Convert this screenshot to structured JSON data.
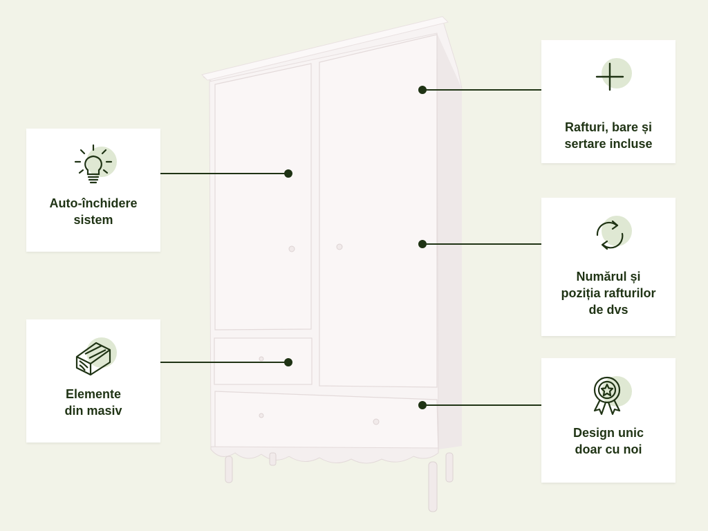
{
  "colors": {
    "background": "#f2f3e8",
    "accent_dark": "#1f3314",
    "accent_light": "#dfe8d3",
    "card": "#ffffff"
  },
  "product_image": {
    "subject": "white two-door wardrobe with drawers"
  },
  "features": [
    {
      "icon": "lightbulb-icon",
      "label": "Auto-închidere\nsistem"
    },
    {
      "icon": "wood-log-icon",
      "label": "Elemente\ndin masiv"
    },
    {
      "icon": "plus-icon",
      "label": "Rafturi, bare și\nsertare incluse"
    },
    {
      "icon": "refresh-icon",
      "label": "Numărul și\npoziția rafturilor\nde dvs"
    },
    {
      "icon": "award-badge-icon",
      "label": "Design unic\ndoar cu noi"
    }
  ]
}
